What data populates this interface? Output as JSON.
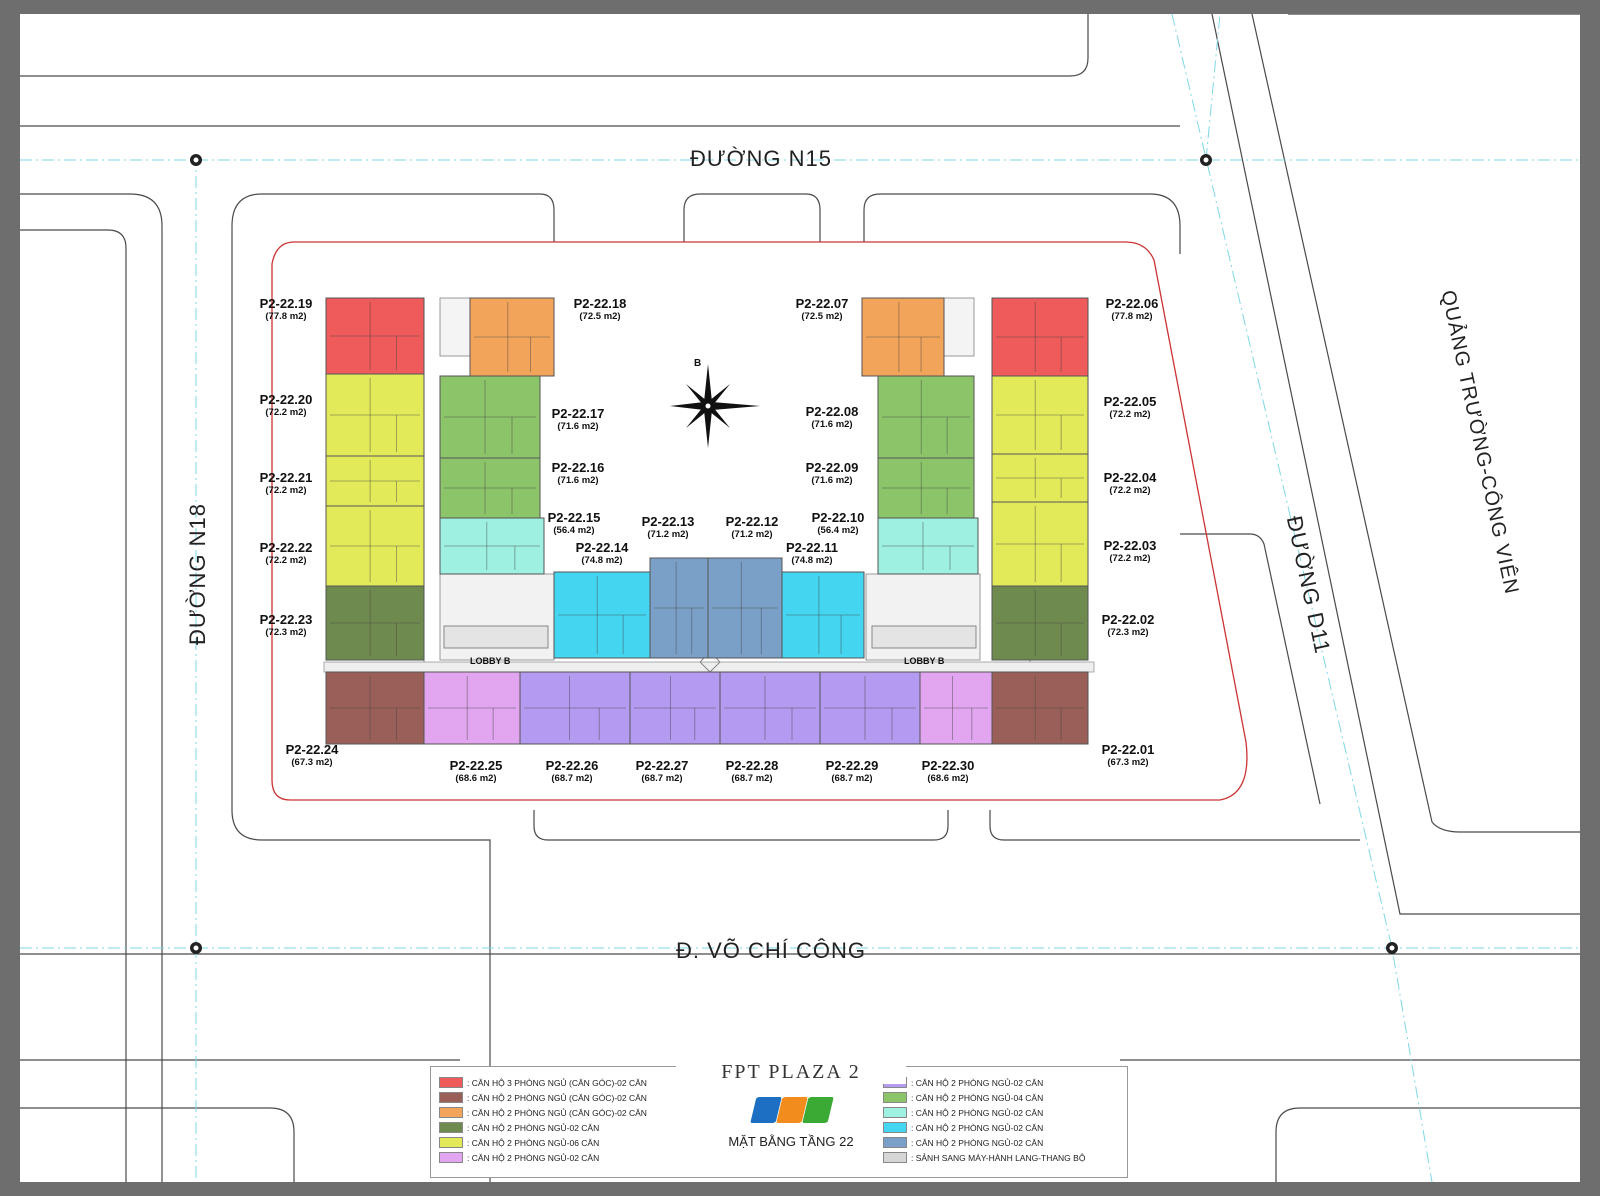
{
  "streets": {
    "north": "ĐƯỜNG N15",
    "south": "Đ. VÕ CHÍ CÔNG",
    "west": "ĐƯỜNG N18",
    "east": "ĐƯỜNG D11",
    "far_east": "QUẢNG TRƯỜNG-CÔNG VIÊN"
  },
  "compass_letter": "B",
  "lobby_label": "LOBBY B",
  "colors": {
    "red": "#ef5a5a",
    "brown": "#9a5f58",
    "orange": "#f2a55a",
    "darkgreen": "#6f8a4e",
    "yellow": "#e2ea5a",
    "pink": "#e2a6f0",
    "purple": "#b49af0",
    "green": "#8cc46a",
    "mint": "#9ef0e0",
    "cyan": "#44d6f0",
    "steel": "#7aa0c8",
    "lightgray": "#d6d6d6",
    "plot_border": "#cc3333"
  },
  "units": [
    {
      "code": "P2-22.01",
      "area": "(67.3 m2)",
      "color": "brown"
    },
    {
      "code": "P2-22.02",
      "area": "(72.3 m2)",
      "color": "darkgreen"
    },
    {
      "code": "P2-22.03",
      "area": "(72.2 m2)",
      "color": "yellow"
    },
    {
      "code": "P2-22.04",
      "area": "(72.2 m2)",
      "color": "yellow"
    },
    {
      "code": "P2-22.05",
      "area": "(72.2 m2)",
      "color": "yellow"
    },
    {
      "code": "P2-22.06",
      "area": "(77.8 m2)",
      "color": "red"
    },
    {
      "code": "P2-22.07",
      "area": "(72.5 m2)",
      "color": "orange"
    },
    {
      "code": "P2-22.08",
      "area": "(71.6 m2)",
      "color": "green"
    },
    {
      "code": "P2-22.09",
      "area": "(71.6 m2)",
      "color": "green"
    },
    {
      "code": "P2-22.10",
      "area": "(56.4 m2)",
      "color": "mint"
    },
    {
      "code": "P2-22.11",
      "area": "(74.8 m2)",
      "color": "cyan"
    },
    {
      "code": "P2-22.12",
      "area": "(71.2 m2)",
      "color": "steel"
    },
    {
      "code": "P2-22.13",
      "area": "(71.2 m2)",
      "color": "steel"
    },
    {
      "code": "P2-22.14",
      "area": "(74.8 m2)",
      "color": "cyan"
    },
    {
      "code": "P2-22.15",
      "area": "(56.4 m2)",
      "color": "mint"
    },
    {
      "code": "P2-22.16",
      "area": "(71.6 m2)",
      "color": "green"
    },
    {
      "code": "P2-22.17",
      "area": "(71.6 m2)",
      "color": "green"
    },
    {
      "code": "P2-22.18",
      "area": "(72.5 m2)",
      "color": "orange"
    },
    {
      "code": "P2-22.19",
      "area": "(77.8 m2)",
      "color": "red"
    },
    {
      "code": "P2-22.20",
      "area": "(72.2 m2)",
      "color": "yellow"
    },
    {
      "code": "P2-22.21",
      "area": "(72.2 m2)",
      "color": "yellow"
    },
    {
      "code": "P2-22.22",
      "area": "(72.2 m2)",
      "color": "yellow"
    },
    {
      "code": "P2-22.23",
      "area": "(72.3 m2)",
      "color": "darkgreen"
    },
    {
      "code": "P2-22.24",
      "area": "(67.3 m2)",
      "color": "brown"
    },
    {
      "code": "P2-22.25",
      "area": "(68.6 m2)",
      "color": "pink"
    },
    {
      "code": "P2-22.26",
      "area": "(68.7 m2)",
      "color": "purple"
    },
    {
      "code": "P2-22.27",
      "area": "(68.7 m2)",
      "color": "purple"
    },
    {
      "code": "P2-22.28",
      "area": "(68.7 m2)",
      "color": "purple"
    },
    {
      "code": "P2-22.29",
      "area": "(68.7 m2)",
      "color": "purple"
    },
    {
      "code": "P2-22.30",
      "area": "(68.6 m2)",
      "color": "pink"
    }
  ],
  "brand": {
    "title": "FPT PLAZA 2",
    "subtitle": "MẶT BẰNG TẦNG 22",
    "logo_colors": [
      "#1c6fc2",
      "#f28c1c",
      "#3aaa35"
    ]
  },
  "legend": {
    "left": [
      {
        "color": "red",
        "text": ": CĂN HỘ 3 PHÒNG NGỦ (CĂN GÓC)-02 CĂN"
      },
      {
        "color": "brown",
        "text": ": CĂN HỘ 2 PHÒNG NGỦ (CĂN GÓC)-02 CĂN"
      },
      {
        "color": "orange",
        "text": ": CĂN HỘ 2 PHÒNG NGỦ (CĂN GÓC)-02 CĂN"
      },
      {
        "color": "darkgreen",
        "text": ": CĂN HỘ 2 PHÒNG NGỦ-02 CĂN"
      },
      {
        "color": "yellow",
        "text": ": CĂN HỘ 2 PHÒNG NGỦ-06 CĂN"
      },
      {
        "color": "pink",
        "text": ": CĂN HỘ 2 PHÒNG NGỦ-02 CĂN"
      }
    ],
    "right": [
      {
        "color": "purple",
        "text": ": CĂN HỘ 2 PHÒNG NGỦ-02 CĂN"
      },
      {
        "color": "green",
        "text": ": CĂN HỘ 2 PHÒNG NGỦ-04 CĂN"
      },
      {
        "color": "mint",
        "text": ": CĂN HỘ 2 PHÒNG NGỦ-02 CĂN"
      },
      {
        "color": "cyan",
        "text": ": CĂN HỘ 2 PHÒNG NGỦ-02 CĂN"
      },
      {
        "color": "steel",
        "text": ": CĂN HỘ 2 PHÒNG NGỦ-02 CĂN"
      },
      {
        "color": "lightgray",
        "text": ": SẢNH SANG MÁY-HÀNH LANG-THANG BỘ"
      }
    ]
  }
}
